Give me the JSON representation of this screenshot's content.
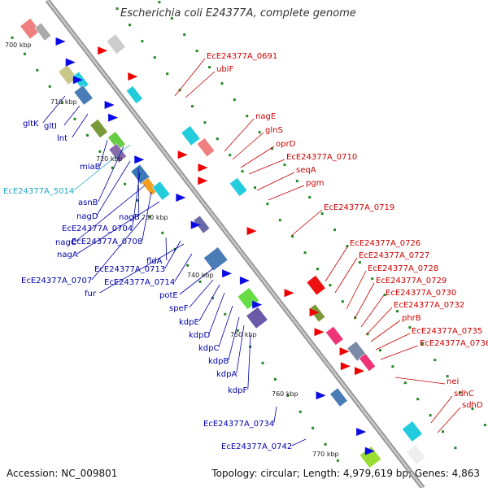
{
  "header": {
    "title": "Escherichia coli E24377A, complete genome"
  },
  "footer": {
    "accession": "Accession: NC_009801",
    "summary": "Topology: circular; Length: 4,979,619 bp; Genes: 4,863"
  },
  "colors": {
    "forward_label": "#cc0000",
    "reverse_label": "#0000aa",
    "highlight_label": "#22a6c8",
    "backbone": "#999999",
    "tick": "#228822"
  },
  "scale_ticks": [
    "700 kbp",
    "710 kbp",
    "720 kbp",
    "730 kbp",
    "740 kbp",
    "750 kbp",
    "760 kbp",
    "770 kbp"
  ],
  "labels_forward": [
    "EcE24377A_0691",
    "ubiF",
    "nagE",
    "glnS",
    "oprD",
    "EcE24377A_0710",
    "seqA",
    "pgm",
    "EcE24377A_0719",
    "EcE24377A_0726",
    "EcE24377A_0727",
    "EcE24377A_0728",
    "EcE24377A_0729",
    "EcE24377A_0730",
    "EcE24377A_0732",
    "phrB",
    "EcE24377A_0735",
    "EcE24377A_0736",
    "nei",
    "sdhC",
    "sdhD"
  ],
  "labels_reverse": [
    "gltK",
    "gltI",
    "lnt",
    "miaB",
    "EcE24377A_5014",
    "asnB",
    "nagD",
    "nagB",
    "EcE24377A_0704",
    "nagC",
    "EcE24377A_0708",
    "nagA",
    "fldA",
    "EcE24377A_0713",
    "EcE24377A_0707",
    "EcE24377A_0714",
    "fur",
    "potE",
    "speF",
    "kdpE",
    "kdpD",
    "kdpC",
    "kdpB",
    "kdpA",
    "kdpF",
    "EcE24377A_0734",
    "EcE24377A_0742"
  ]
}
